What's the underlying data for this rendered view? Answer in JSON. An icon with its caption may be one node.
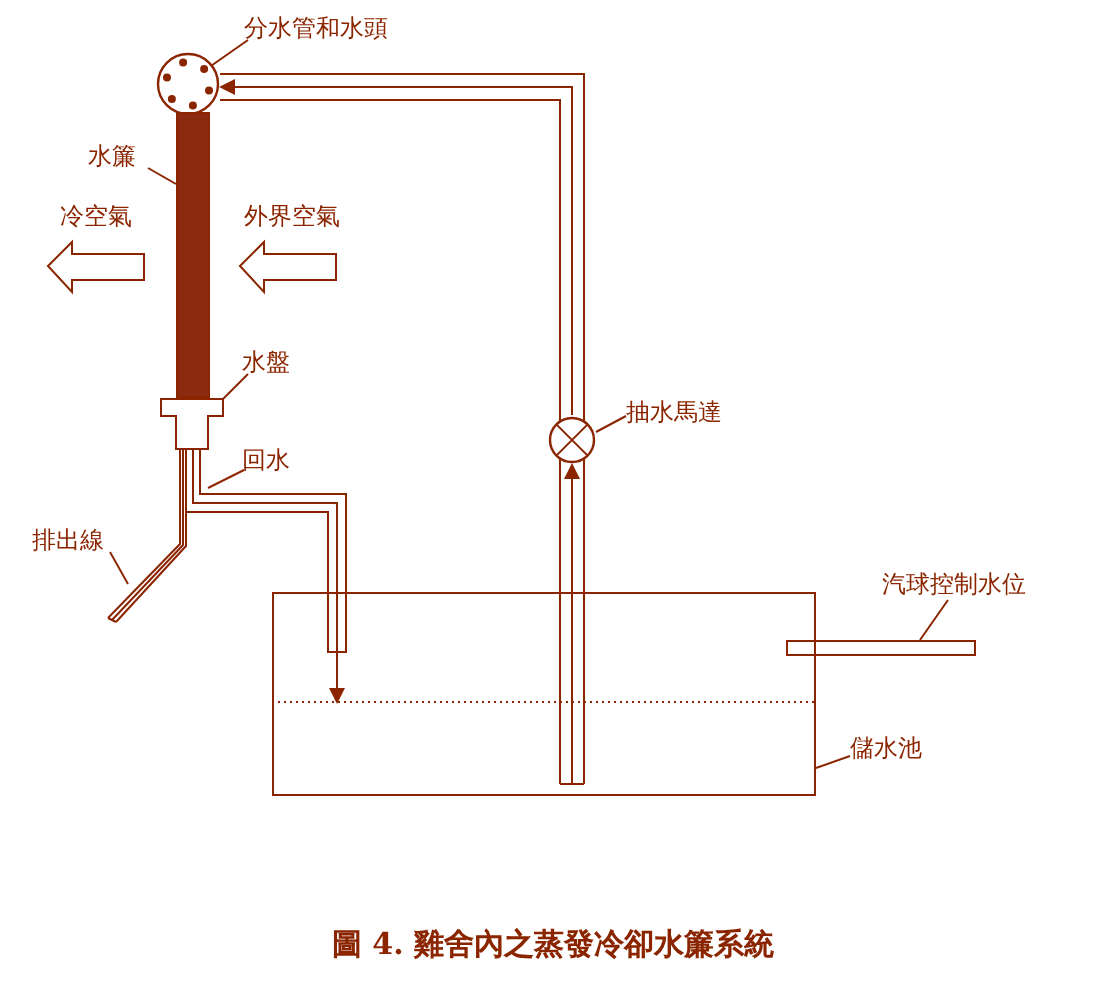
{
  "diagram": {
    "caption": "圖 4. 雞舍內之蒸發冷卻水簾系統",
    "nodes": [
      {
        "text": [
          "分水管和水頭"
        ]
      },
      {
        "text": [],
        "shape": "circle"
      },
      {
        "text": [
          "水簾"
        ]
      },
      {
        "text": [],
        "shape": "bar"
      },
      {
        "text": [
          "水盤"
        ]
      },
      {
        "text": [],
        "shape": "box"
      },
      {
        "text": [
          "回水"
        ]
      },
      {
        "text": [
          "排出線"
        ]
      },
      {
        "text": [
          "抽水馬達"
        ]
      },
      {
        "text": [],
        "shape": "circle"
      },
      {
        "text": [
          "汽球控制水位"
        ]
      },
      {
        "text": [],
        "shape": "bar"
      },
      {
        "text": [
          "儲水池"
        ]
      },
      {
        "text": [],
        "shape": "box"
      }
    ],
    "edges": [
      {
        "from": 0,
        "to": 1,
        "arrow": "none"
      },
      {
        "from": 2,
        "to": 3,
        "arrow": "none"
      },
      {
        "from": 4,
        "to": 5,
        "arrow": "none"
      },
      {
        "from": 6,
        "to": null,
        "arrow": "none"
      },
      {
        "from": 7,
        "to": null,
        "arrow": "none"
      },
      {
        "from": 8,
        "to": 9,
        "arrow": "none"
      },
      {
        "from": 10,
        "to": 11,
        "arrow": "none"
      },
      {
        "from": 12,
        "to": 13,
        "arrow": "none"
      },
      {
        "from": 5,
        "to": 13,
        "arrow": "to"
      },
      {
        "from": 5,
        "to": null,
        "arrow": "none"
      },
      {
        "from": 13,
        "to": 9,
        "arrow": "to"
      },
      {
        "from": 9,
        "to": 1,
        "arrow": "to"
      }
    ],
    "labels": [
      "冷空氣",
      "外界空氣"
    ]
  }
}
